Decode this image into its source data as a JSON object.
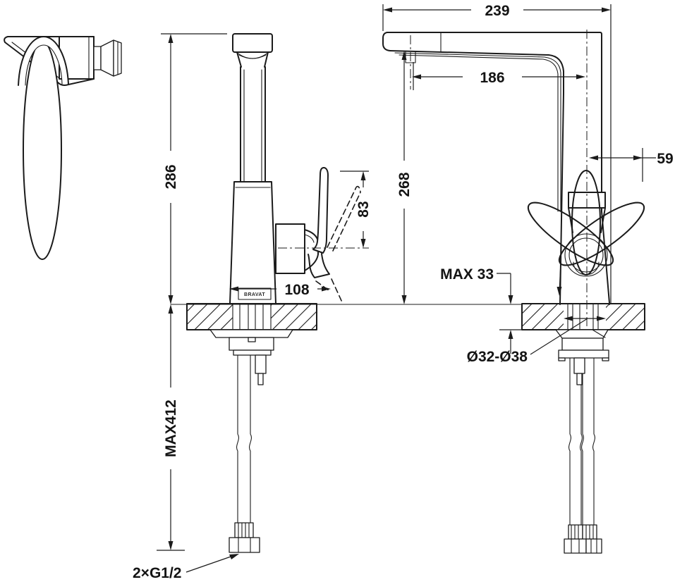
{
  "drawing": {
    "background": "#ffffff",
    "line_color": "#1b1b1b"
  },
  "labels": {
    "overall_depth": "239",
    "spout_reach": "186",
    "rear_offset": "59",
    "spout_height": "268",
    "overall_height": "286",
    "handle_travel": "83",
    "body_depth": "108",
    "deck_thickness_max": "MAX 33",
    "mounting_hole": "Ø32-Ø38",
    "hose_length_max": "MAX412",
    "inlet_thread": "2×G1/2",
    "brand_logo": "BRAVAT"
  }
}
